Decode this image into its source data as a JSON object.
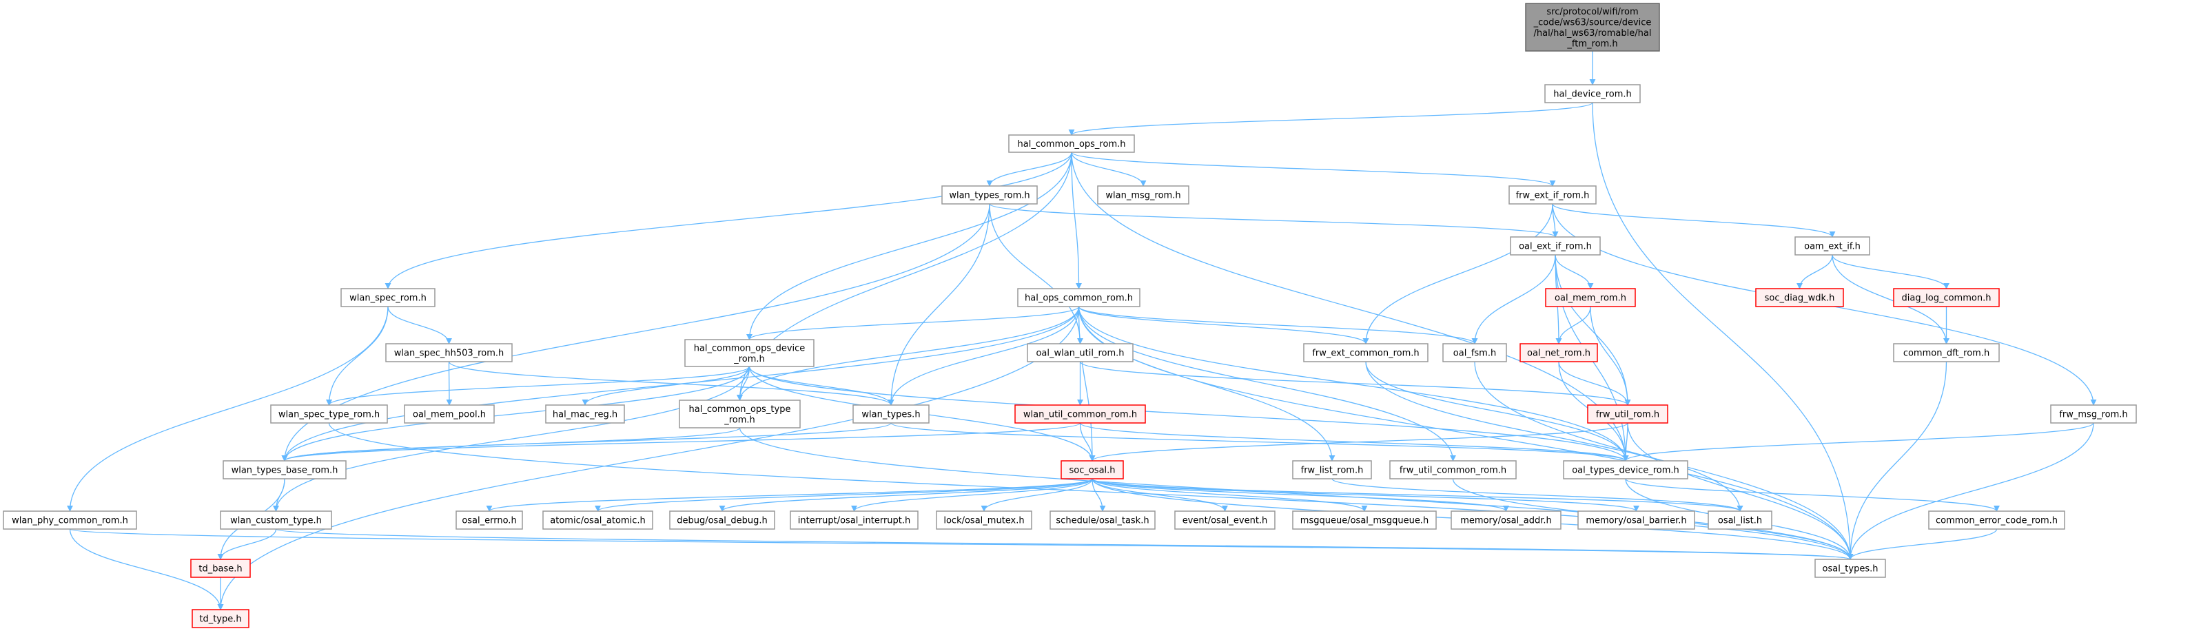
{
  "graph": {
    "colors": {
      "edge": "#63b8ff",
      "root_fill": "#999999",
      "root_stroke": "#666666",
      "node_fill": "#ffffff",
      "node_stroke": "#999999",
      "red_fill": "#fff0f0",
      "red_stroke": "#ff0000"
    },
    "nodes": [
      {
        "id": "root",
        "label": "src/protocol/wifi/rom\n_code/ws63/source/device\n/hal/hal_ws63/romable/hal\n_ftm_rom.h",
        "style": "root"
      },
      {
        "id": "hal_device_rom",
        "label": "hal_device_rom.h",
        "style": "normal"
      },
      {
        "id": "hal_common_ops_rom",
        "label": "hal_common_ops_rom.h",
        "style": "normal"
      },
      {
        "id": "wlan_types_rom",
        "label": "wlan_types_rom.h",
        "style": "normal"
      },
      {
        "id": "wlan_msg_rom",
        "label": "wlan_msg_rom.h",
        "style": "normal"
      },
      {
        "id": "frw_ext_if_rom",
        "label": "frw_ext_if_rom.h",
        "style": "normal"
      },
      {
        "id": "oal_ext_if_rom",
        "label": "oal_ext_if_rom.h",
        "style": "normal"
      },
      {
        "id": "oam_ext_if",
        "label": "oam_ext_if.h",
        "style": "normal"
      },
      {
        "id": "wlan_spec_rom",
        "label": "wlan_spec_rom.h",
        "style": "normal"
      },
      {
        "id": "hal_ops_common_rom",
        "label": "hal_ops_common_rom.h",
        "style": "normal"
      },
      {
        "id": "oal_mem_rom",
        "label": "oal_mem_rom.h",
        "style": "red"
      },
      {
        "id": "soc_diag_wdk",
        "label": "soc_diag_wdk.h",
        "style": "red"
      },
      {
        "id": "diag_log_common",
        "label": "diag_log_common.h",
        "style": "red"
      },
      {
        "id": "wlan_spec_hh503_rom",
        "label": "wlan_spec_hh503_rom.h",
        "style": "normal"
      },
      {
        "id": "hal_common_ops_device_rom",
        "label": "hal_common_ops_device\n_rom.h",
        "style": "normal"
      },
      {
        "id": "oal_wlan_util_rom",
        "label": "oal_wlan_util_rom.h",
        "style": "normal"
      },
      {
        "id": "frw_ext_common_rom",
        "label": "frw_ext_common_rom.h",
        "style": "normal"
      },
      {
        "id": "oal_fsm",
        "label": "oal_fsm.h",
        "style": "normal"
      },
      {
        "id": "oal_net_rom",
        "label": "oal_net_rom.h",
        "style": "red"
      },
      {
        "id": "common_dft_rom",
        "label": "common_dft_rom.h",
        "style": "normal"
      },
      {
        "id": "wlan_spec_type_rom",
        "label": "wlan_spec_type_rom.h",
        "style": "normal"
      },
      {
        "id": "oal_mem_pool",
        "label": "oal_mem_pool.h",
        "style": "normal"
      },
      {
        "id": "hal_mac_reg",
        "label": "hal_mac_reg.h",
        "style": "normal"
      },
      {
        "id": "hal_common_ops_type_rom",
        "label": "hal_common_ops_type\n_rom.h",
        "style": "normal"
      },
      {
        "id": "wlan_types",
        "label": "wlan_types.h",
        "style": "normal"
      },
      {
        "id": "wlan_util_common_rom",
        "label": "wlan_util_common_rom.h",
        "style": "red"
      },
      {
        "id": "frw_util_rom",
        "label": "frw_util_rom.h",
        "style": "red"
      },
      {
        "id": "frw_msg_rom",
        "label": "frw_msg_rom.h",
        "style": "normal"
      },
      {
        "id": "wlan_types_base_rom",
        "label": "wlan_types_base_rom.h",
        "style": "normal"
      },
      {
        "id": "soc_osal",
        "label": "soc_osal.h",
        "style": "red"
      },
      {
        "id": "frw_list_rom",
        "label": "frw_list_rom.h",
        "style": "normal"
      },
      {
        "id": "frw_util_common_rom",
        "label": "frw_util_common_rom.h",
        "style": "normal"
      },
      {
        "id": "oal_types_device_rom",
        "label": "oal_types_device_rom.h",
        "style": "normal"
      },
      {
        "id": "wlan_phy_common_rom",
        "label": "wlan_phy_common_rom.h",
        "style": "normal"
      },
      {
        "id": "wlan_custom_type",
        "label": "wlan_custom_type.h",
        "style": "normal"
      },
      {
        "id": "osal_errno",
        "label": "osal_errno.h",
        "style": "normal"
      },
      {
        "id": "osal_atomic",
        "label": "atomic/osal_atomic.h",
        "style": "normal"
      },
      {
        "id": "osal_debug",
        "label": "debug/osal_debug.h",
        "style": "normal"
      },
      {
        "id": "osal_interrupt",
        "label": "interrupt/osal_interrupt.h",
        "style": "normal"
      },
      {
        "id": "osal_mutex",
        "label": "lock/osal_mutex.h",
        "style": "normal"
      },
      {
        "id": "osal_task",
        "label": "schedule/osal_task.h",
        "style": "normal"
      },
      {
        "id": "osal_event",
        "label": "event/osal_event.h",
        "style": "normal"
      },
      {
        "id": "osal_msgqueue",
        "label": "msgqueue/osal_msgqueue.h",
        "style": "normal"
      },
      {
        "id": "osal_addr",
        "label": "memory/osal_addr.h",
        "style": "normal"
      },
      {
        "id": "osal_barrier",
        "label": "memory/osal_barrier.h",
        "style": "normal"
      },
      {
        "id": "osal_list",
        "label": "osal_list.h",
        "style": "normal"
      },
      {
        "id": "common_error_code_rom",
        "label": "common_error_code_rom.h",
        "style": "normal"
      },
      {
        "id": "td_base",
        "label": "td_base.h",
        "style": "red"
      },
      {
        "id": "osal_types",
        "label": "osal_types.h",
        "style": "normal"
      },
      {
        "id": "td_type",
        "label": "td_type.h",
        "style": "red"
      }
    ],
    "edges": [
      [
        "root",
        "hal_device_rom"
      ],
      [
        "hal_device_rom",
        "hal_common_ops_rom"
      ],
      [
        "hal_device_rom",
        "osal_types"
      ],
      [
        "hal_common_ops_rom",
        "wlan_spec_rom"
      ],
      [
        "hal_common_ops_rom",
        "hal_common_ops_device_rom"
      ],
      [
        "hal_common_ops_rom",
        "hal_common_ops_type_rom"
      ],
      [
        "hal_common_ops_rom",
        "wlan_types_rom"
      ],
      [
        "hal_common_ops_rom",
        "wlan_msg_rom"
      ],
      [
        "hal_common_ops_rom",
        "hal_ops_common_rom"
      ],
      [
        "hal_common_ops_rom",
        "frw_ext_if_rom"
      ],
      [
        "hal_common_ops_rom",
        "oal_types_device_rom"
      ],
      [
        "wlan_types_rom",
        "wlan_types_base_rom"
      ],
      [
        "wlan_types_rom",
        "wlan_types"
      ],
      [
        "wlan_types_rom",
        "oal_wlan_util_rom"
      ],
      [
        "wlan_types_rom",
        "oal_ext_if_rom"
      ],
      [
        "frw_ext_if_rom",
        "oal_ext_if_rom"
      ],
      [
        "frw_ext_if_rom",
        "oam_ext_if"
      ],
      [
        "frw_ext_if_rom",
        "frw_ext_common_rom"
      ],
      [
        "frw_ext_if_rom",
        "frw_msg_rom"
      ],
      [
        "oal_ext_if_rom",
        "oal_mem_rom"
      ],
      [
        "oal_ext_if_rom",
        "oal_fsm"
      ],
      [
        "oal_ext_if_rom",
        "oal_net_rom"
      ],
      [
        "oal_ext_if_rom",
        "frw_util_rom"
      ],
      [
        "oal_ext_if_rom",
        "oal_types_device_rom"
      ],
      [
        "oam_ext_if",
        "soc_diag_wdk"
      ],
      [
        "oam_ext_if",
        "diag_log_common"
      ],
      [
        "oam_ext_if",
        "common_dft_rom"
      ],
      [
        "diag_log_common",
        "common_dft_rom"
      ],
      [
        "common_dft_rom",
        "osal_types"
      ],
      [
        "wlan_spec_rom",
        "wlan_spec_hh503_rom"
      ],
      [
        "wlan_spec_rom",
        "wlan_spec_type_rom"
      ],
      [
        "wlan_spec_rom",
        "wlan_phy_common_rom"
      ],
      [
        "wlan_spec_hh503_rom",
        "oal_mem_pool"
      ],
      [
        "wlan_spec_hh503_rom",
        "wlan_types"
      ],
      [
        "hal_ops_common_rom",
        "hal_common_ops_device_rom"
      ],
      [
        "hal_ops_common_rom",
        "hal_common_ops_type_rom"
      ],
      [
        "hal_ops_common_rom",
        "wlan_types"
      ],
      [
        "hal_ops_common_rom",
        "frw_ext_common_rom"
      ],
      [
        "hal_ops_common_rom",
        "oal_fsm"
      ],
      [
        "hal_ops_common_rom",
        "oal_types_device_rom"
      ],
      [
        "hal_ops_common_rom",
        "frw_list_rom"
      ],
      [
        "hal_ops_common_rom",
        "frw_util_common_rom"
      ],
      [
        "hal_ops_common_rom",
        "soc_osal"
      ],
      [
        "hal_ops_common_rom",
        "wlan_types_base_rom"
      ],
      [
        "hal_ops_common_rom",
        "osal_types"
      ],
      [
        "hal_ops_common_rom",
        "td_type"
      ],
      [
        "oal_mem_rom",
        "oal_net_rom"
      ],
      [
        "oal_mem_rom",
        "frw_util_rom"
      ],
      [
        "oal_net_rom",
        "frw_util_rom"
      ],
      [
        "oal_net_rom",
        "oal_types_device_rom"
      ],
      [
        "hal_common_ops_device_rom",
        "wlan_spec_type_rom"
      ],
      [
        "hal_common_ops_device_rom",
        "hal_mac_reg"
      ],
      [
        "hal_common_ops_device_rom",
        "hal_common_ops_type_rom"
      ],
      [
        "hal_common_ops_device_rom",
        "wlan_types"
      ],
      [
        "hal_common_ops_device_rom",
        "wlan_types_base_rom"
      ],
      [
        "hal_common_ops_device_rom",
        "soc_osal"
      ],
      [
        "hal_common_ops_device_rom",
        "oal_types_device_rom"
      ],
      [
        "hal_common_ops_device_rom",
        "wlan_custom_type"
      ],
      [
        "oal_wlan_util_rom",
        "wlan_util_common_rom"
      ],
      [
        "oal_wlan_util_rom",
        "frw_util_rom"
      ],
      [
        "frw_ext_common_rom",
        "oal_types_device_rom"
      ],
      [
        "frw_ext_common_rom",
        "osal_list"
      ],
      [
        "oal_fsm",
        "osal_types"
      ],
      [
        "wlan_spec_type_rom",
        "osal_types"
      ],
      [
        "hal_common_ops_type_rom",
        "wlan_types_base_rom"
      ],
      [
        "hal_common_ops_type_rom",
        "osal_types"
      ],
      [
        "wlan_types",
        "wlan_types_base_rom"
      ],
      [
        "wlan_types",
        "oal_types_device_rom"
      ],
      [
        "wlan_util_common_rom",
        "soc_osal"
      ],
      [
        "wlan_util_common_rom",
        "wlan_types_base_rom"
      ],
      [
        "wlan_util_common_rom",
        "oal_types_device_rom"
      ],
      [
        "frw_util_rom",
        "soc_osal"
      ],
      [
        "frw_util_rom",
        "oal_types_device_rom"
      ],
      [
        "frw_util_rom",
        "osal_types"
      ],
      [
        "frw_msg_rom",
        "oal_types_device_rom"
      ],
      [
        "frw_msg_rom",
        "osal_types"
      ],
      [
        "wlan_types_base_rom",
        "wlan_custom_type"
      ],
      [
        "wlan_types_base_rom",
        "td_base"
      ],
      [
        "soc_osal",
        "osal_errno"
      ],
      [
        "soc_osal",
        "osal_atomic"
      ],
      [
        "soc_osal",
        "osal_debug"
      ],
      [
        "soc_osal",
        "osal_interrupt"
      ],
      [
        "soc_osal",
        "osal_mutex"
      ],
      [
        "soc_osal",
        "osal_task"
      ],
      [
        "soc_osal",
        "osal_event"
      ],
      [
        "soc_osal",
        "osal_msgqueue"
      ],
      [
        "soc_osal",
        "osal_addr"
      ],
      [
        "soc_osal",
        "osal_barrier"
      ],
      [
        "soc_osal",
        "osal_list"
      ],
      [
        "soc_osal",
        "osal_types"
      ],
      [
        "frw_list_rom",
        "osal_list"
      ],
      [
        "frw_util_common_rom",
        "osal_types"
      ],
      [
        "oal_types_device_rom",
        "common_error_code_rom"
      ],
      [
        "oal_types_device_rom",
        "osal_types"
      ],
      [
        "common_error_code_rom",
        "osal_types"
      ],
      [
        "wlan_phy_common_rom",
        "td_type"
      ],
      [
        "wlan_phy_common_rom",
        "osal_types"
      ],
      [
        "wlan_custom_type",
        "td_base"
      ],
      [
        "wlan_custom_type",
        "osal_types"
      ],
      [
        "td_base",
        "td_type"
      ]
    ]
  }
}
